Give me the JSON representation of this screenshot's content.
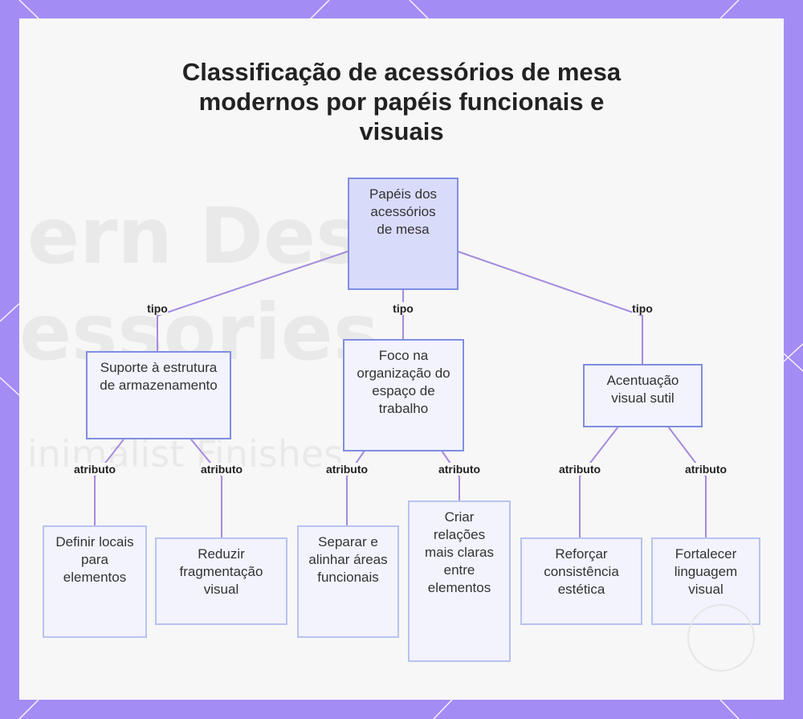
{
  "title": "Classificação de acessórios de mesa modernos por papéis funcionais e visuais",
  "background_text": [
    "ern Desk",
    "essories",
    "inimalist Finishes"
  ],
  "colors": {
    "frame": "#a48cf5",
    "panel": "#f7f7f7",
    "root_fill": "#d9dbfb",
    "node_fill": "#f2f3fd",
    "node_border": "#7f8ee0",
    "leaf_border": "#b8c3ef",
    "edge": "#a58ae0"
  },
  "nodes": {
    "root": "Papéis dos acessórios de mesa",
    "storage": "Suporte à estrutura de armazenamento",
    "workspace": "Foco na organização do espaço de trabalho",
    "accent": "Acentuação visual sutil",
    "define_places": "Definir locais para elementos",
    "reduce_fragmentation": "Reduzir fragmentação visual",
    "separate_areas": "Separar e alinhar áreas funcionais",
    "create_relations": "Criar relações mais claras entre elementos",
    "reinforce_consistency": "Reforçar consistência estética",
    "strengthen_language": "Fortalecer linguagem visual"
  },
  "edge_labels": {
    "type": "tipo",
    "attribute": "atributo"
  }
}
